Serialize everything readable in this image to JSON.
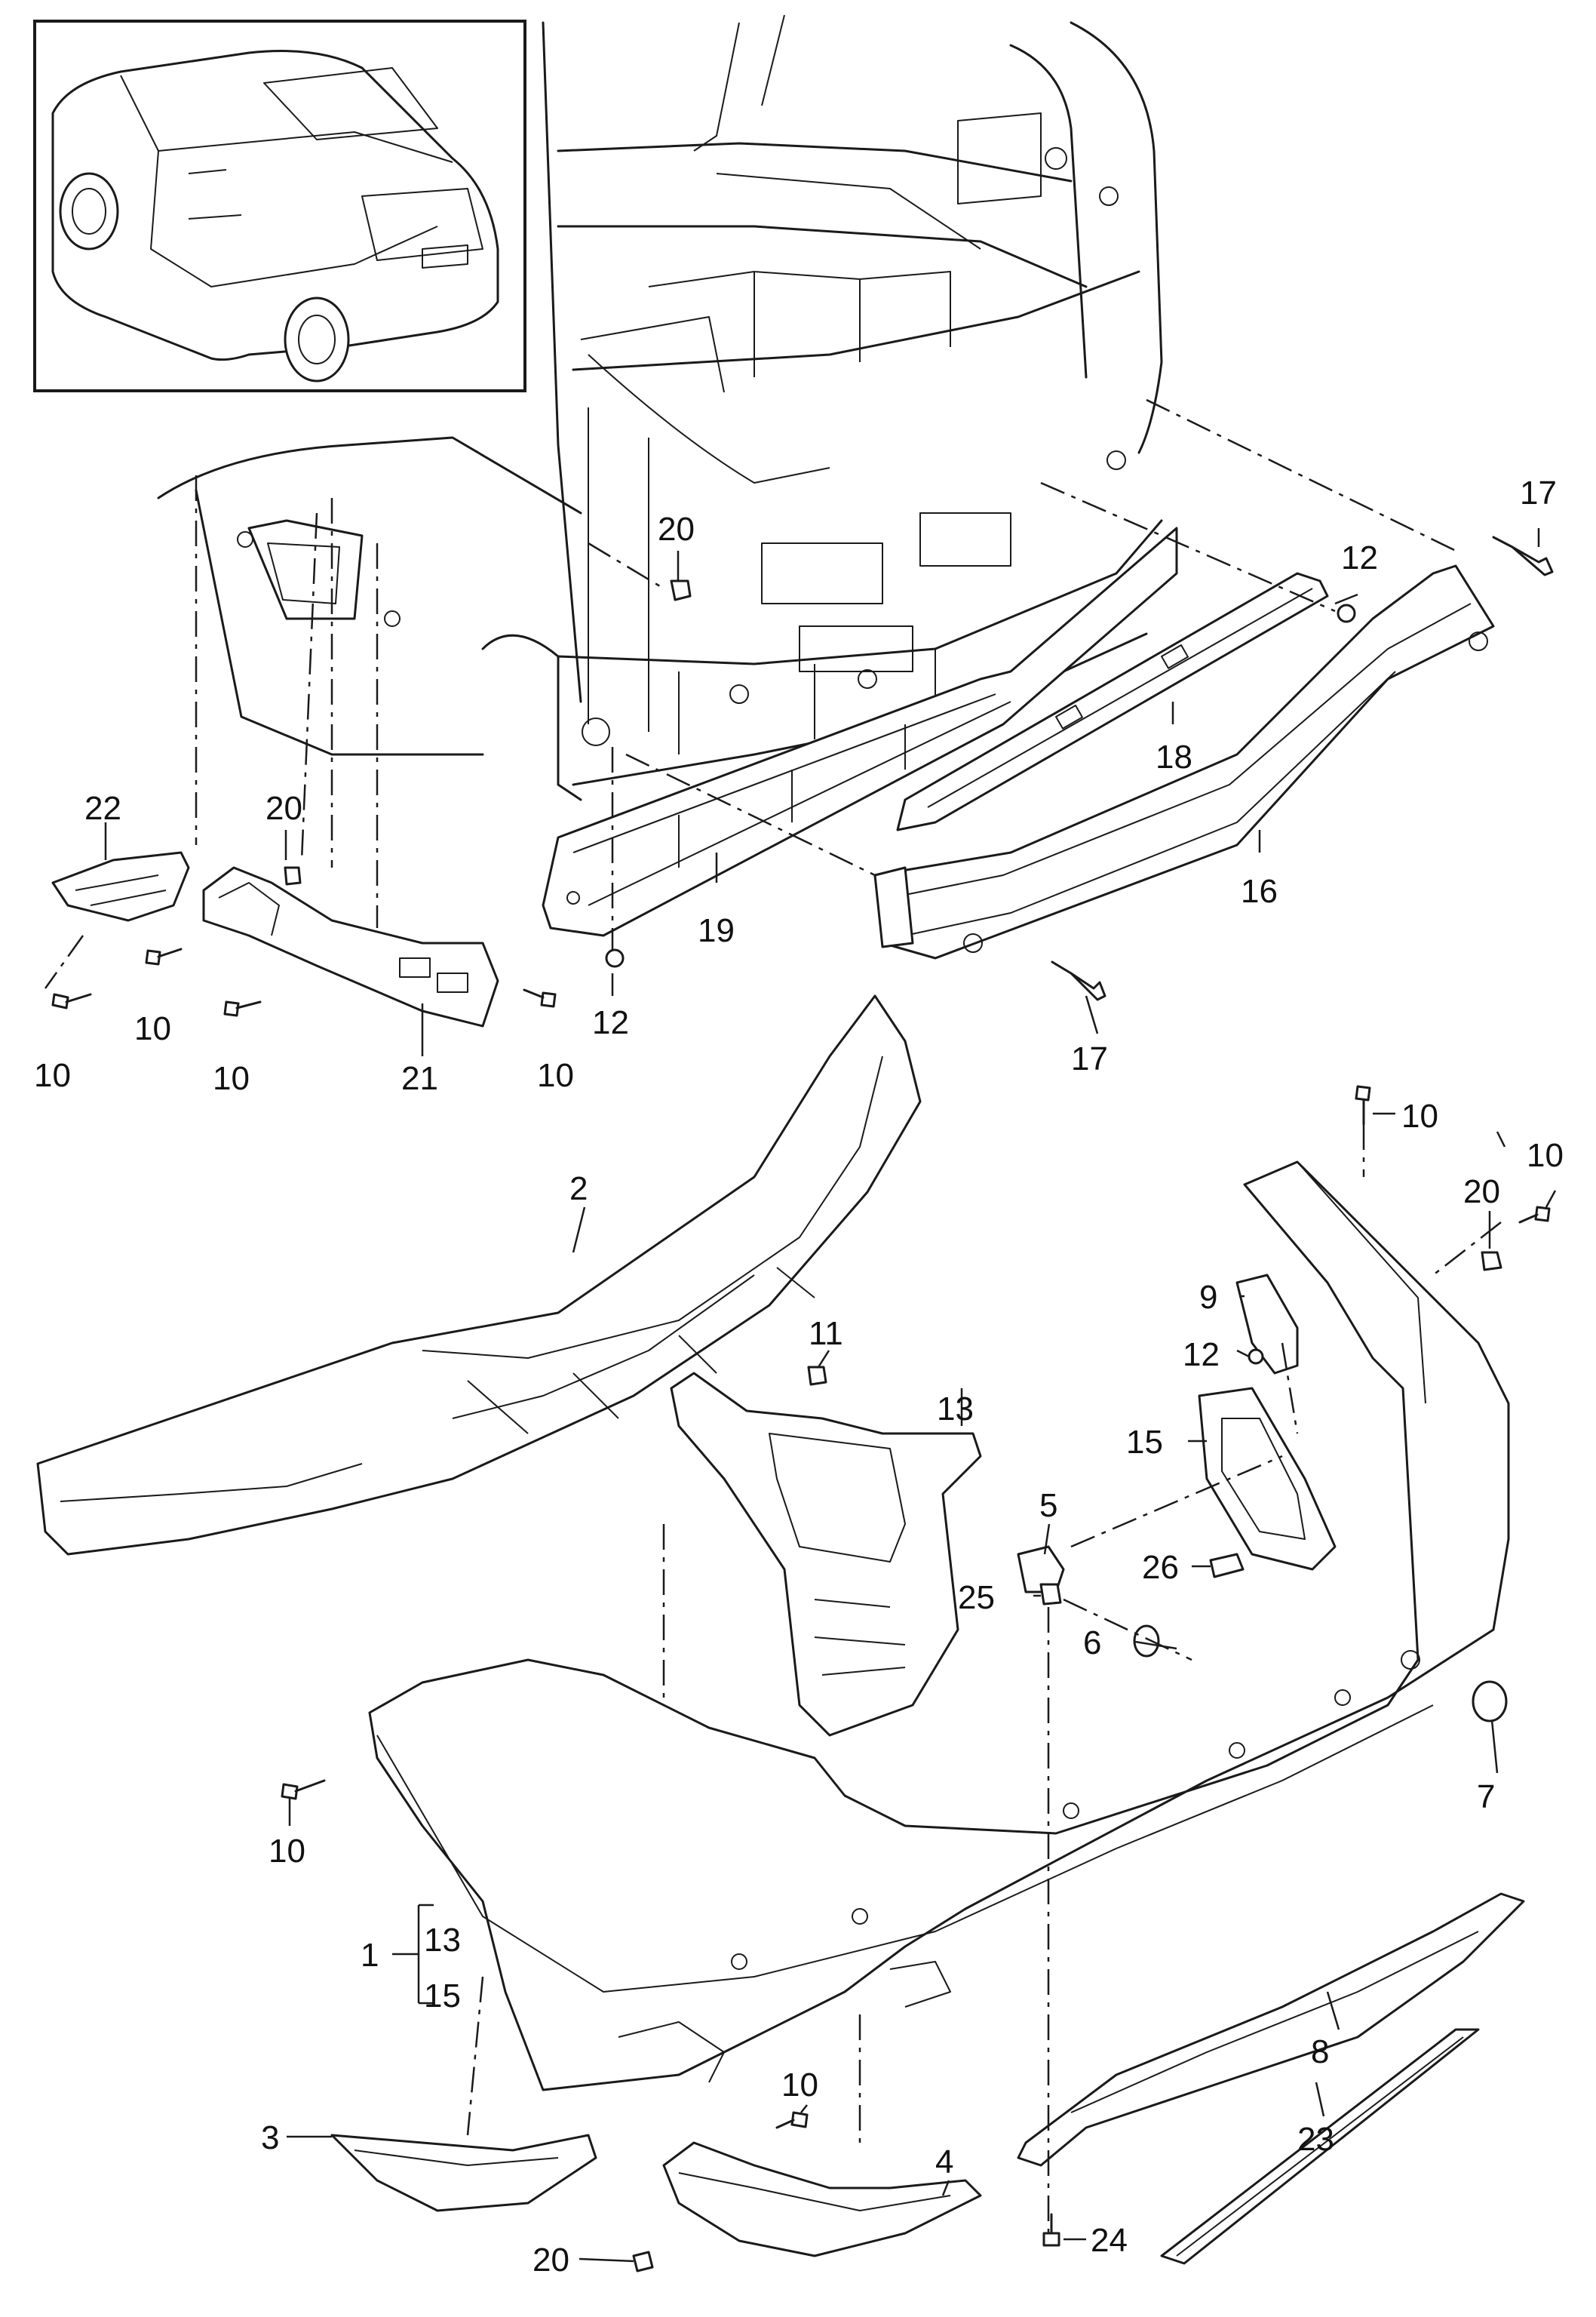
{
  "callouts": {
    "c1": "1",
    "c1a": "13",
    "c1b": "15",
    "c2": "2",
    "c3": "3",
    "c4": "4",
    "c5": "5",
    "c6": "6",
    "c7": "7",
    "c8": "8",
    "c9": "9",
    "c10a": "10",
    "c10b": "10",
    "c10c": "10",
    "c10d": "10",
    "c10e": "10",
    "c10f": "10",
    "c10g": "10",
    "c10h": "10",
    "c11": "11",
    "c12a": "12",
    "c12b": "12",
    "c12c": "12",
    "c13": "13",
    "c15": "15",
    "c16": "16",
    "c17a": "17",
    "c17b": "17",
    "c18": "18",
    "c19": "19",
    "c20a": "20",
    "c20b": "20",
    "c20c": "20",
    "c20d": "20",
    "c21": "21",
    "c22": "22",
    "c23": "23",
    "c24": "24",
    "c25": "25",
    "c26": "26"
  }
}
